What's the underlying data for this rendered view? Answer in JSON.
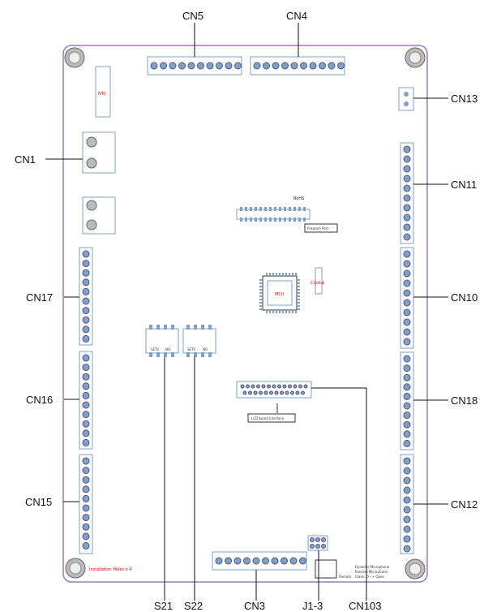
{
  "callouts": {
    "cn5": "CN5",
    "cn4": "CN4",
    "cn13": "CN13",
    "cn1": "CN1",
    "cn11": "CN11",
    "cn17": "CN17",
    "cn10": "CN10",
    "cn16": "CN16",
    "cn18": "CN18",
    "cn15": "CN15",
    "cn12": "CN12",
    "s21": "S21",
    "s22": "S22",
    "cn3": "CN3",
    "j13": "J1-3",
    "cn103": "CN103"
  },
  "board": {
    "rohs": "RoHS",
    "program_port": "Program Port",
    "lcd_interface": "LCD board interface",
    "mcu": "MCU",
    "crystal": "Crystal",
    "ntc": "NTC",
    "installation_holes": "Installation Holes x 4",
    "switch_left": [
      "SETV",
      "NO"
    ],
    "switch_right": [
      "SETV",
      "NO"
    ],
    "mic_legend": [
      "Dynamic Microphone",
      "Electret Microphone",
      "Close, O --> Open"
    ],
    "remark": "Remark"
  },
  "colors": {
    "outline": "#9a7bc0",
    "pin": "#7fa0cc",
    "line": "#111111",
    "red_text": "#dd0000"
  }
}
